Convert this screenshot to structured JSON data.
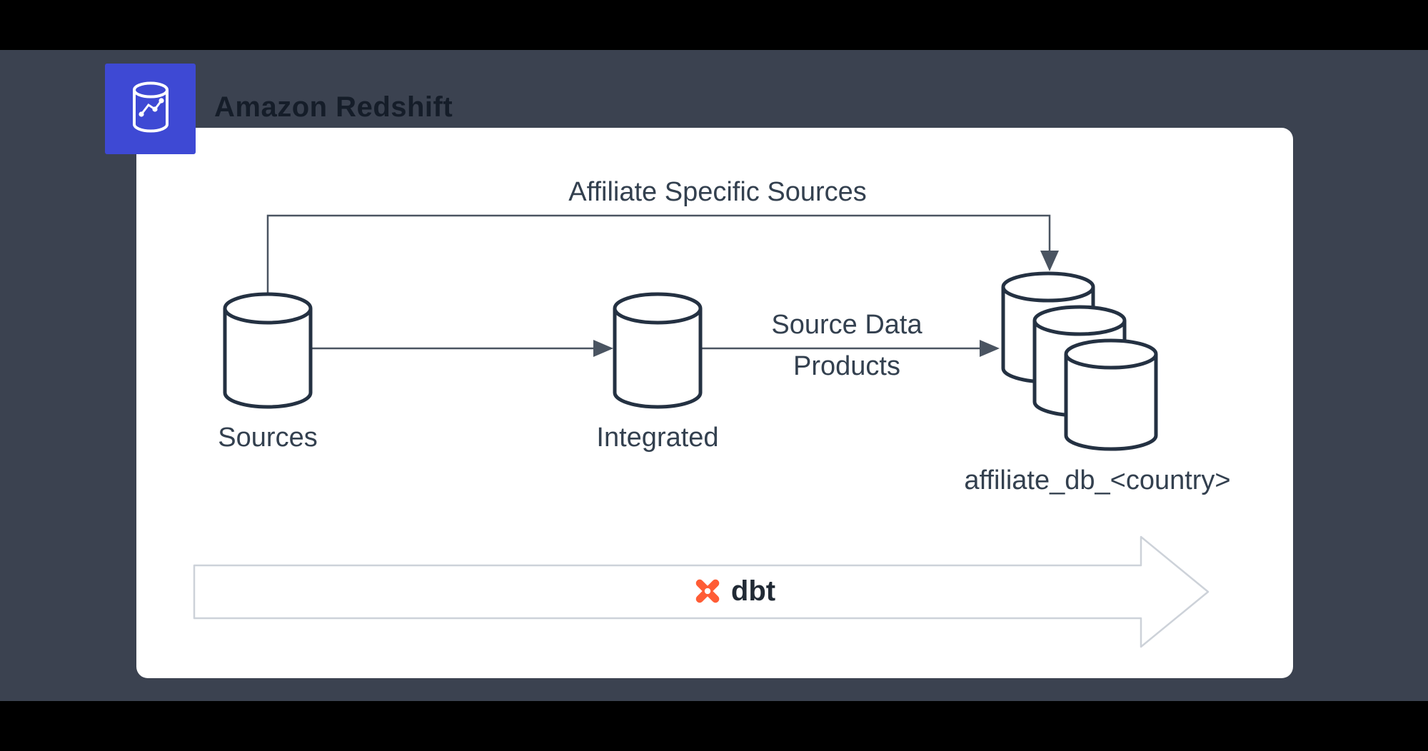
{
  "colors": {
    "background": "#000000",
    "canvas": "#3b4250",
    "card": "#ffffff",
    "badge_indigo": "#3e49d4",
    "cylinder_stroke": "#243142",
    "arrow_gray": "#4a5461",
    "big_arrow_outline": "#cdd2d9",
    "dbt_orange": "#ff5c35",
    "label_text": "#33404f"
  },
  "header": {
    "title": "Amazon Redshift"
  },
  "diagram": {
    "affiliate_arrow_label": "Affiliate Specific Sources",
    "sources_label": "Sources",
    "integrated_label": "Integrated",
    "edge_label_line1": "Source Data",
    "edge_label_line2": "Products",
    "affiliate_db_label": "affiliate_db_<country>",
    "dbt_label": "dbt"
  }
}
